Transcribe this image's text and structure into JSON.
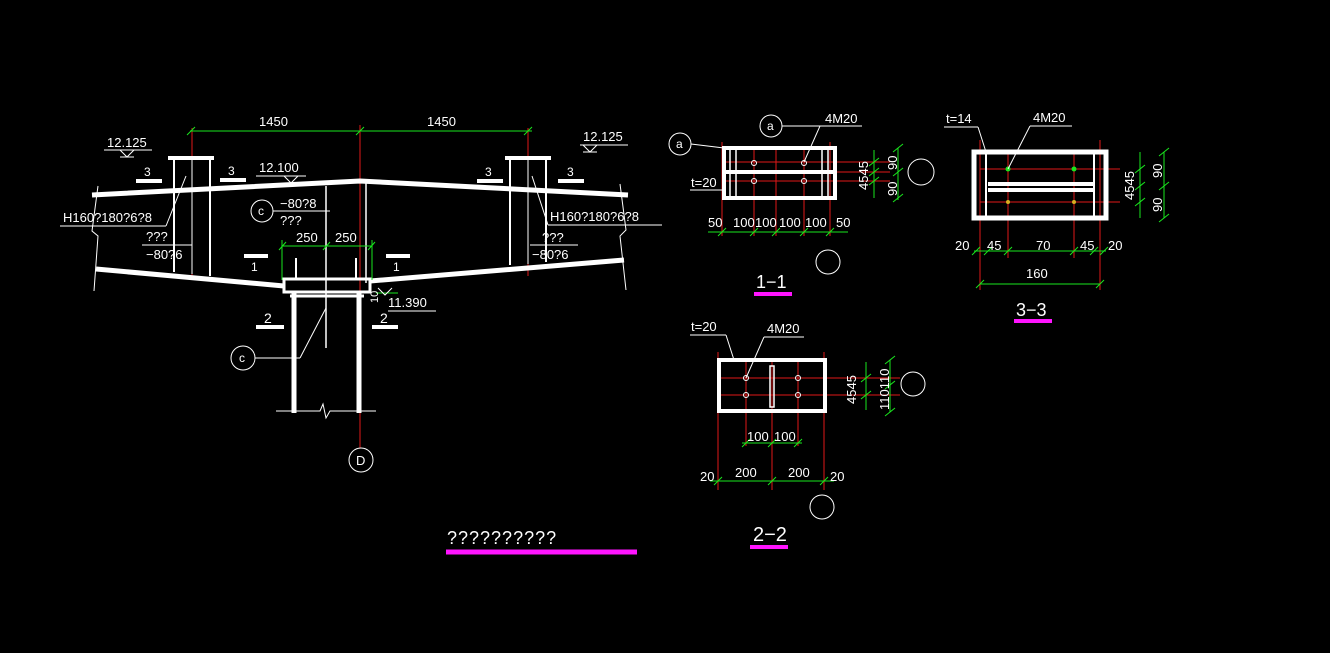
{
  "colors": {
    "background": "#000000",
    "line": "#ffffff",
    "dimension": "#19e61e",
    "axis": "#e01818",
    "underline": "#ff14ff"
  },
  "elevation": {
    "dim_left": "1450",
    "dim_right": "1450",
    "elev_left": "12.125",
    "elev_right": "12.125",
    "elev_ridge": "12.100",
    "elev_base": "11.390",
    "cut3": "3",
    "cut1": "1",
    "cut2": "2",
    "beam_left": "H160?180?6?8",
    "beam_right": "H160?180?6?8",
    "plate_q_left": "???",
    "plate_left": "−80?6",
    "plate_q_right": "???",
    "plate_right": "−80?6",
    "marker_c": "c",
    "plate_c": "−80?8",
    "plate_c_q": "???",
    "dim_col_left": "250",
    "dim_col_right": "250",
    "grid_d": "D",
    "tick_10": "10"
  },
  "section11": {
    "title": "1−1",
    "marker_a": "a",
    "marker_a2": "a",
    "bolts": "4M20",
    "thickness": "t=20",
    "dims_bottom": [
      "50",
      "100",
      "100",
      "100",
      "100",
      "50"
    ],
    "dims_right_a": "4545",
    "dims_right_b": [
      "90",
      "90"
    ]
  },
  "section22": {
    "title": "2−2",
    "thickness": "t=20",
    "bolts": "4M20",
    "dims_inner": [
      "100",
      "100"
    ],
    "dims_bottom": [
      "20",
      "200",
      "200",
      "20"
    ],
    "dims_right_a": "4545",
    "dims_right_b": "110110"
  },
  "section33": {
    "title": "3−3",
    "thickness": "t=14",
    "bolts": "4M20",
    "dims_bottom": [
      "20",
      "45",
      "70",
      "45",
      "20"
    ],
    "total": "160",
    "dims_right_a": "4545",
    "dims_right_b": [
      "90",
      "90"
    ]
  },
  "drawing_title": "??????????"
}
